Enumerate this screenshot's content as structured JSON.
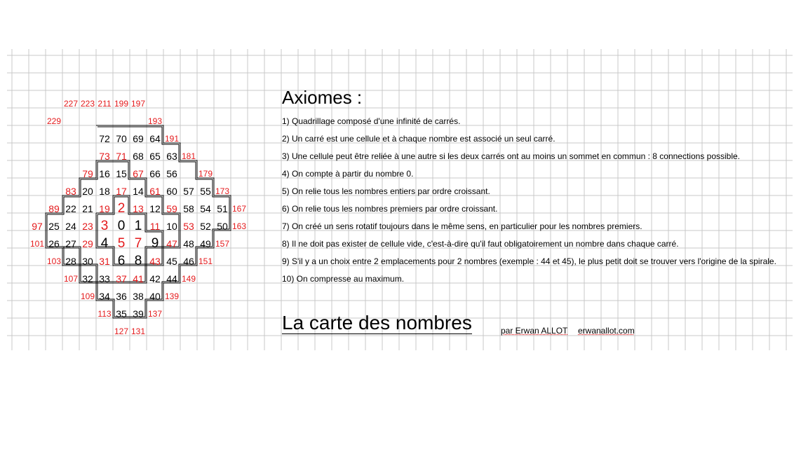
{
  "axioms_title": "Axiomes :",
  "axioms": [
    "1) Quadrillage composé d'une infinité de carrés.",
    "2) Un carré est une cellule et à chaque nombre est associé un seul carré.",
    "3) Une cellule peut être reliée à une autre si les deux carrés ont au moins un sommet en commun : 8 connections possible.",
    "4) On compte à partir du nombre 0.",
    "5) On relie tous les nombres entiers par ordre croissant.",
    "6) On relie tous les nombres premiers par ordre croissant.",
    "7) On créé un sens rotatif toujours dans le même sens, en particulier pour les nombres premiers.",
    "8) Il ne doit pas exister de cellule vide, c'est-à-dire qu'il faut obligatoirement un nombre dans chaque carré.",
    "9) S'il y a un choix entre 2 emplacements pour 2 nombres (exemple : 44 et 45), le plus petit doit se trouver vers l'origine de la spirale.",
    "10) On compresse au maximum."
  ],
  "map_title": "La carte des nombres",
  "author": "par Erwan ALLOT",
  "website": "erwanallot.com",
  "colors": {
    "prime": "#e41a1c",
    "normal": "#000000",
    "grid": "#c8c8c8",
    "path": "#000000"
  },
  "rows": [
    [
      {
        "c": 4,
        "v": "227",
        "p": 1
      },
      {
        "c": 5,
        "v": "223",
        "p": 1
      },
      {
        "c": 6,
        "v": "211",
        "p": 1
      },
      {
        "c": 7,
        "v": "199",
        "p": 1
      },
      {
        "c": 8,
        "v": "197",
        "p": 1
      }
    ],
    [
      {
        "c": 3,
        "v": "229",
        "p": 1
      },
      {
        "c": 9,
        "v": "193",
        "p": 1
      }
    ],
    [
      {
        "c": 6,
        "v": "72"
      },
      {
        "c": 7,
        "v": "70"
      },
      {
        "c": 8,
        "v": "69"
      },
      {
        "c": 9,
        "v": "64"
      },
      {
        "c": 10,
        "v": "191",
        "p": 1
      }
    ],
    [
      {
        "c": 6,
        "v": "73",
        "p": 1
      },
      {
        "c": 7,
        "v": "71",
        "p": 1
      },
      {
        "c": 8,
        "v": "68"
      },
      {
        "c": 9,
        "v": "65"
      },
      {
        "c": 10,
        "v": "63"
      },
      {
        "c": 11,
        "v": "181",
        "p": 1
      }
    ],
    [
      {
        "c": 5,
        "v": "79",
        "p": 1
      },
      {
        "c": 6,
        "v": "16"
      },
      {
        "c": 7,
        "v": "15"
      },
      {
        "c": 8,
        "v": "67",
        "p": 1
      },
      {
        "c": 9,
        "v": "66"
      },
      {
        "c": 10,
        "v": "56"
      },
      {
        "c": 12,
        "v": "179",
        "p": 1
      }
    ],
    [
      {
        "c": 4,
        "v": "83",
        "p": 1
      },
      {
        "c": 5,
        "v": "20"
      },
      {
        "c": 6,
        "v": "18"
      },
      {
        "c": 7,
        "v": "17",
        "p": 1
      },
      {
        "c": 8,
        "v": "14"
      },
      {
        "c": 9,
        "v": "61",
        "p": 1
      },
      {
        "c": 10,
        "v": "60"
      },
      {
        "c": 11,
        "v": "57"
      },
      {
        "c": 12,
        "v": "55"
      },
      {
        "c": 13,
        "v": "173",
        "p": 1
      }
    ],
    [
      {
        "c": 3,
        "v": "89",
        "p": 1
      },
      {
        "c": 4,
        "v": "22"
      },
      {
        "c": 5,
        "v": "21"
      },
      {
        "c": 6,
        "v": "19",
        "p": 1
      },
      {
        "c": 7,
        "v": "2",
        "p": 1,
        "s": "big"
      },
      {
        "c": 8,
        "v": "13",
        "p": 1
      },
      {
        "c": 9,
        "v": "12"
      },
      {
        "c": 10,
        "v": "59",
        "p": 1
      },
      {
        "c": 11,
        "v": "58"
      },
      {
        "c": 12,
        "v": "54"
      },
      {
        "c": 13,
        "v": "51"
      },
      {
        "c": 14,
        "v": "167",
        "p": 1
      }
    ],
    [
      {
        "c": 2,
        "v": "97",
        "p": 1
      },
      {
        "c": 3,
        "v": "25"
      },
      {
        "c": 4,
        "v": "24"
      },
      {
        "c": 5,
        "v": "23",
        "p": 1
      },
      {
        "c": 6,
        "v": "3",
        "p": 1,
        "s": "big"
      },
      {
        "c": 7,
        "v": "0",
        "s": "big"
      },
      {
        "c": 8,
        "v": "1",
        "s": "big"
      },
      {
        "c": 9,
        "v": "11",
        "p": 1
      },
      {
        "c": 10,
        "v": "10"
      },
      {
        "c": 11,
        "v": "53",
        "p": 1
      },
      {
        "c": 12,
        "v": "52"
      },
      {
        "c": 13,
        "v": "50"
      },
      {
        "c": 14,
        "v": "163",
        "p": 1
      }
    ],
    [
      {
        "c": 2,
        "v": "101",
        "p": 1
      },
      {
        "c": 3,
        "v": "26"
      },
      {
        "c": 4,
        "v": "27"
      },
      {
        "c": 5,
        "v": "29",
        "p": 1
      },
      {
        "c": 6,
        "v": "4",
        "s": "big"
      },
      {
        "c": 7,
        "v": "5",
        "p": 1,
        "s": "big"
      },
      {
        "c": 8,
        "v": "7",
        "p": 1,
        "s": "big"
      },
      {
        "c": 9,
        "v": "9",
        "s": "big"
      },
      {
        "c": 10,
        "v": "47",
        "p": 1
      },
      {
        "c": 11,
        "v": "48"
      },
      {
        "c": 12,
        "v": "49"
      },
      {
        "c": 13,
        "v": "157",
        "p": 1
      }
    ],
    [
      {
        "c": 3,
        "v": "103",
        "p": 1
      },
      {
        "c": 4,
        "v": "28"
      },
      {
        "c": 5,
        "v": "30"
      },
      {
        "c": 6,
        "v": "31",
        "p": 1
      },
      {
        "c": 7,
        "v": "6",
        "s": "big"
      },
      {
        "c": 8,
        "v": "8",
        "s": "big"
      },
      {
        "c": 9,
        "v": "43",
        "p": 1
      },
      {
        "c": 10,
        "v": "45"
      },
      {
        "c": 11,
        "v": "46"
      },
      {
        "c": 12,
        "v": "151",
        "p": 1
      }
    ],
    [
      {
        "c": 4,
        "v": "107",
        "p": 1
      },
      {
        "c": 5,
        "v": "32"
      },
      {
        "c": 6,
        "v": "33"
      },
      {
        "c": 7,
        "v": "37",
        "p": 1
      },
      {
        "c": 8,
        "v": "41",
        "p": 1
      },
      {
        "c": 9,
        "v": "42"
      },
      {
        "c": 10,
        "v": "44"
      },
      {
        "c": 11,
        "v": "149",
        "p": 1
      }
    ],
    [
      {
        "c": 5,
        "v": "109",
        "p": 1
      },
      {
        "c": 6,
        "v": "34"
      },
      {
        "c": 7,
        "v": "36"
      },
      {
        "c": 8,
        "v": "38"
      },
      {
        "c": 9,
        "v": "40"
      },
      {
        "c": 10,
        "v": "139",
        "p": 1
      }
    ],
    [
      {
        "c": 6,
        "v": "113",
        "p": 1
      },
      {
        "c": 7,
        "v": "35"
      },
      {
        "c": 8,
        "v": "39"
      },
      {
        "c": 9,
        "v": "137",
        "p": 1
      }
    ],
    [
      {
        "c": 7,
        "v": "127",
        "p": 1
      },
      {
        "c": 8,
        "v": "131",
        "p": 1
      }
    ]
  ]
}
